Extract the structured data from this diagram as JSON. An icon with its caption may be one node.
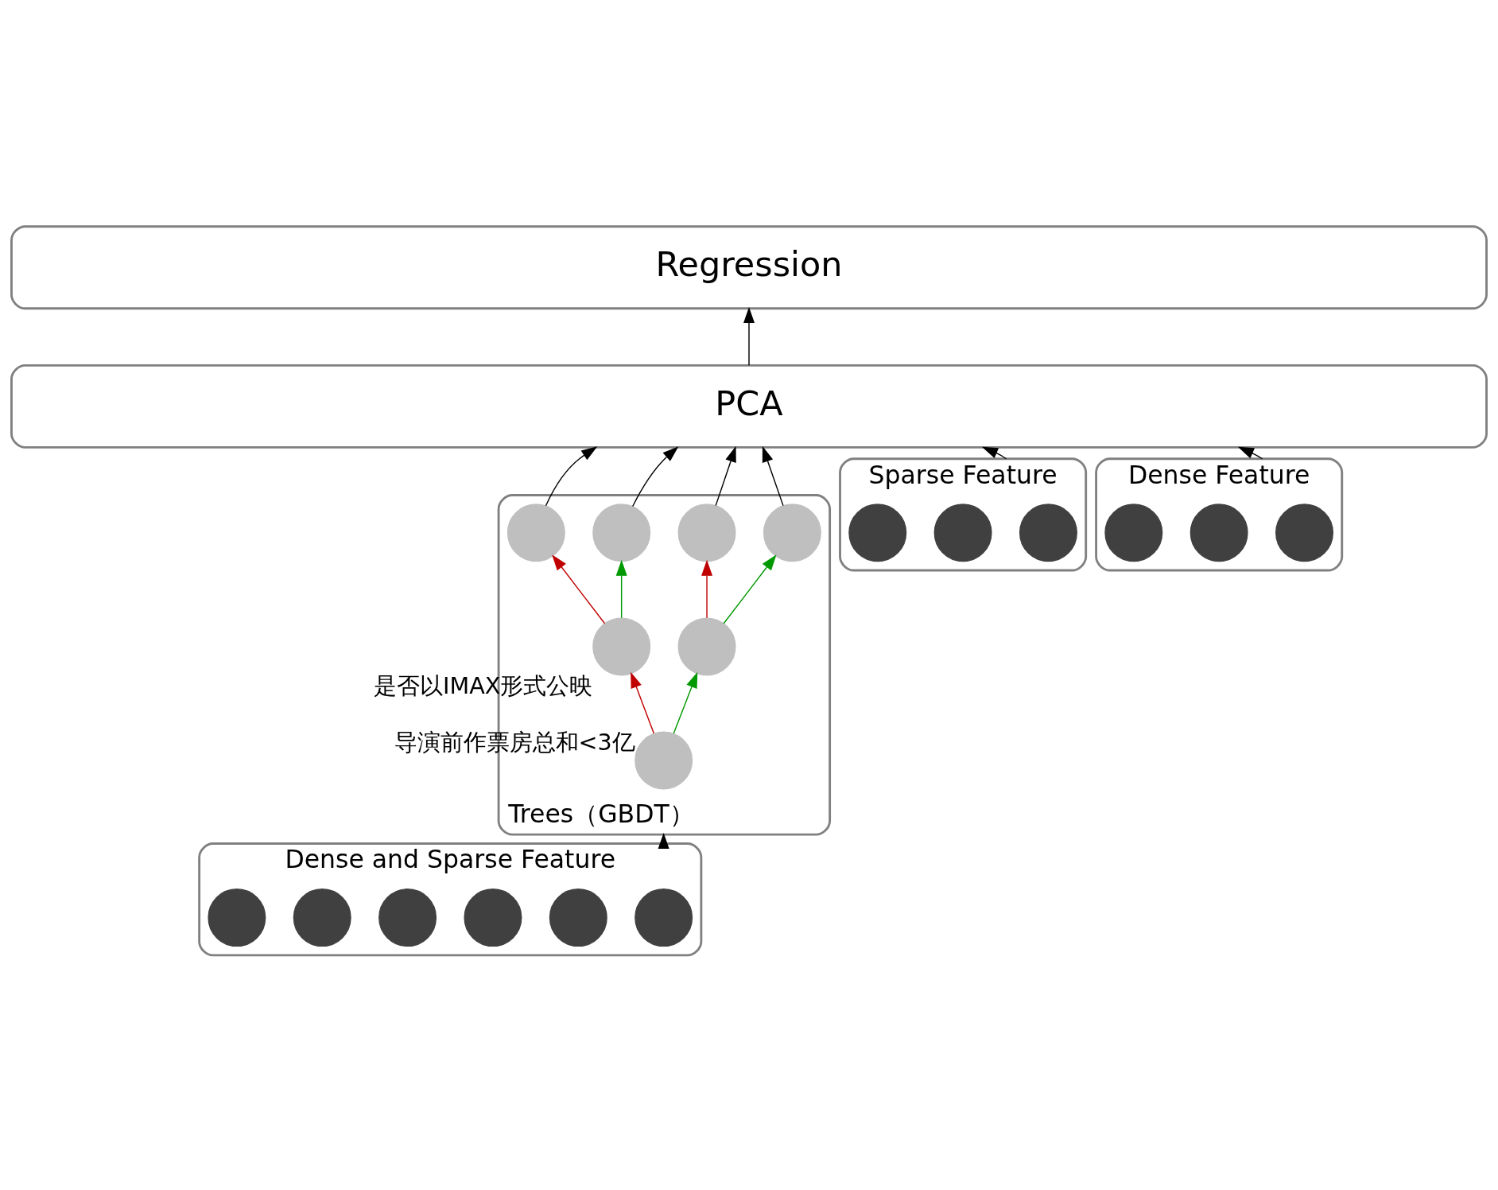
{
  "diagram": {
    "nodes": [
      {
        "text": [
          "Regression"
        ]
      },
      {
        "text": [
          "PCA"
        ]
      },
      {
        "text": [
          "Trees（GBDT）"
        ]
      },
      {
        "text": [],
        "shape": "circle",
        "in": 2
      },
      {
        "text": [],
        "shape": "circle",
        "in": 2
      },
      {
        "text": [],
        "shape": "circle",
        "in": 2
      },
      {
        "text": [],
        "shape": "circle",
        "in": 2
      },
      {
        "text": [],
        "shape": "circle",
        "in": 2,
        "beside": [
          "是否以IMAX形式公映"
        ]
      },
      {
        "text": [],
        "shape": "circle",
        "in": 2
      },
      {
        "text": [],
        "shape": "circle",
        "in": 2,
        "beside": [
          "导演前作票房总和<3亿"
        ]
      },
      {
        "text": [
          "Dense and Sparse Feature"
        ]
      },
      {
        "text": [],
        "shape": "circle",
        "in": 10
      },
      {
        "text": [],
        "shape": "circle",
        "in": 10
      },
      {
        "text": [],
        "shape": "circle",
        "in": 10
      },
      {
        "text": [],
        "shape": "circle",
        "in": 10
      },
      {
        "text": [],
        "shape": "circle",
        "in": 10
      },
      {
        "text": [],
        "shape": "circle",
        "in": 10
      },
      {
        "text": [
          "Sparse Feature"
        ]
      },
      {
        "text": [],
        "shape": "circle",
        "in": 17
      },
      {
        "text": [],
        "shape": "circle",
        "in": 17
      },
      {
        "text": [],
        "shape": "circle",
        "in": 17
      },
      {
        "text": [
          "Dense Feature"
        ]
      },
      {
        "text": [],
        "shape": "circle",
        "in": 21
      },
      {
        "text": [],
        "shape": "circle",
        "in": 21
      },
      {
        "text": [],
        "shape": "circle",
        "in": 21
      }
    ],
    "edges": [
      {
        "from": 1,
        "to": 0,
        "arrow": "to"
      },
      {
        "from": 3,
        "to": 1,
        "arrow": "to"
      },
      {
        "from": 4,
        "to": 1,
        "arrow": "to"
      },
      {
        "from": 5,
        "to": 1,
        "arrow": "to"
      },
      {
        "from": 6,
        "to": 1,
        "arrow": "to"
      },
      {
        "from": 7,
        "to": 3,
        "arrow": "to",
        "color": "#c00000"
      },
      {
        "from": 7,
        "to": 4,
        "arrow": "to",
        "color": "#009900"
      },
      {
        "from": 8,
        "to": 5,
        "arrow": "to",
        "color": "#c00000"
      },
      {
        "from": 8,
        "to": 6,
        "arrow": "to",
        "color": "#009900"
      },
      {
        "from": 9,
        "to": 7,
        "arrow": "to",
        "color": "#c00000"
      },
      {
        "from": 9,
        "to": 8,
        "arrow": "to",
        "color": "#009900"
      },
      {
        "from": 10,
        "to": 2,
        "arrow": "to"
      },
      {
        "from": 17,
        "to": 1,
        "arrow": "to"
      },
      {
        "from": 21,
        "to": 1,
        "arrow": "to"
      }
    ]
  }
}
